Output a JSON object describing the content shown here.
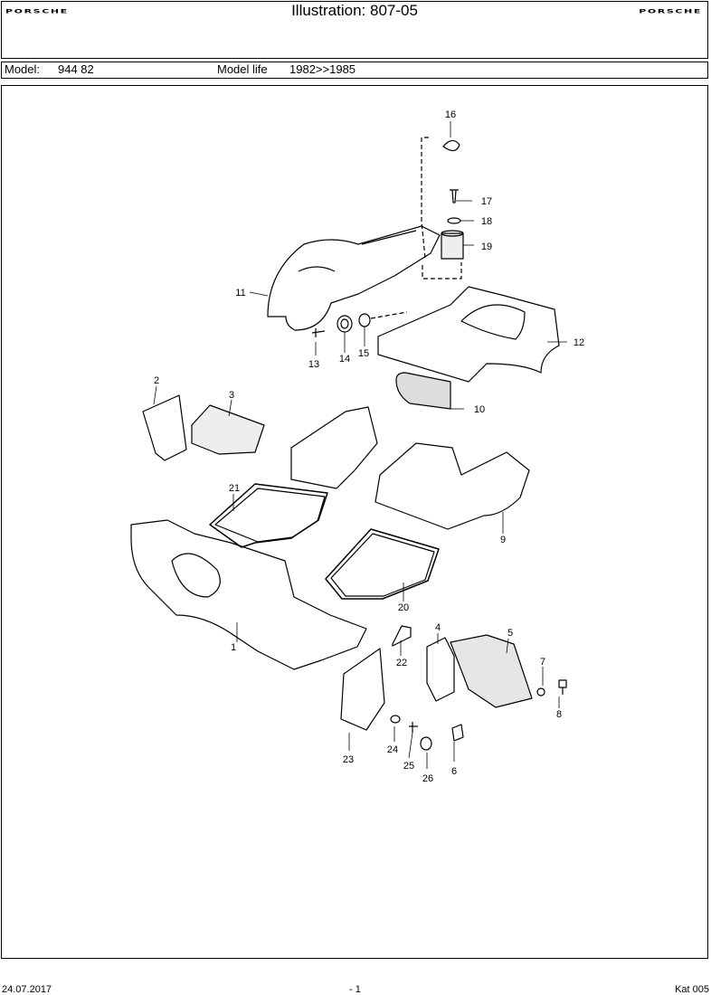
{
  "header": {
    "brand_left": "PORSCHE",
    "title": "Illustration: 807-05",
    "brand_right": "PORSCHE"
  },
  "model_bar": {
    "model_label": "Model:",
    "model_value": "944 82",
    "life_label": "Model life",
    "life_value": "1982>>1985"
  },
  "callouts": [
    "1",
    "2",
    "3",
    "4",
    "5",
    "6",
    "7",
    "8",
    "9",
    "10",
    "11",
    "12",
    "13",
    "14",
    "15",
    "16",
    "17",
    "18",
    "19",
    "20",
    "21",
    "22",
    "23",
    "24",
    "25",
    "26"
  ],
  "footer": {
    "date": "24.07.2017",
    "page": "- 1",
    "catalog": "Kat 005"
  }
}
